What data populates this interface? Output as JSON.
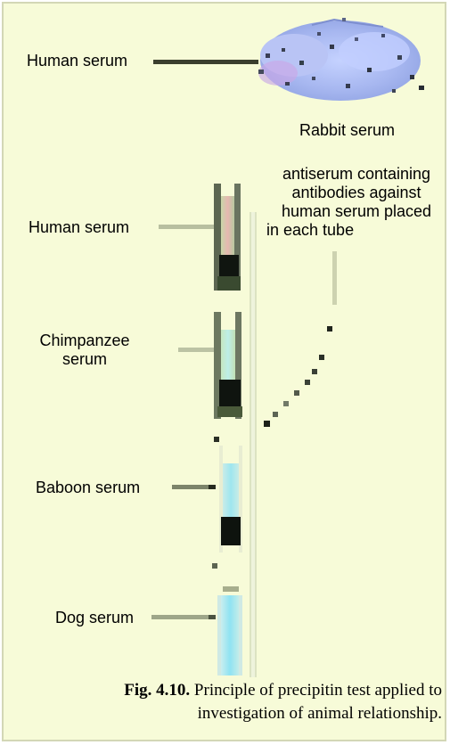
{
  "labels": {
    "human_serum_top": "Human serum",
    "rabbit_serum": "Rabbit serum",
    "antiserum_line1": "antiserum containing",
    "antiserum_line2": "antibodies against",
    "antiserum_line3": "human serum placed",
    "antiserum_line4": "in each tube",
    "human_serum_tube": "Human serum",
    "chimpanzee_line1": "Chimpanzee",
    "chimpanzee_line2": "serum",
    "baboon_serum": "Baboon serum",
    "dog_serum": "Dog serum"
  },
  "caption": {
    "figure_number": "Fig. 4.10.",
    "text_line1": "Principle of precipitin test applied to",
    "text_line2": "investigation of animal relationship."
  },
  "colors": {
    "background": "#f7fbd8",
    "border": "#d3d7b6",
    "rabbit_blue": "#a9b8ef",
    "pointer_line": "#3b3f2e",
    "precipitate": "#111611"
  }
}
